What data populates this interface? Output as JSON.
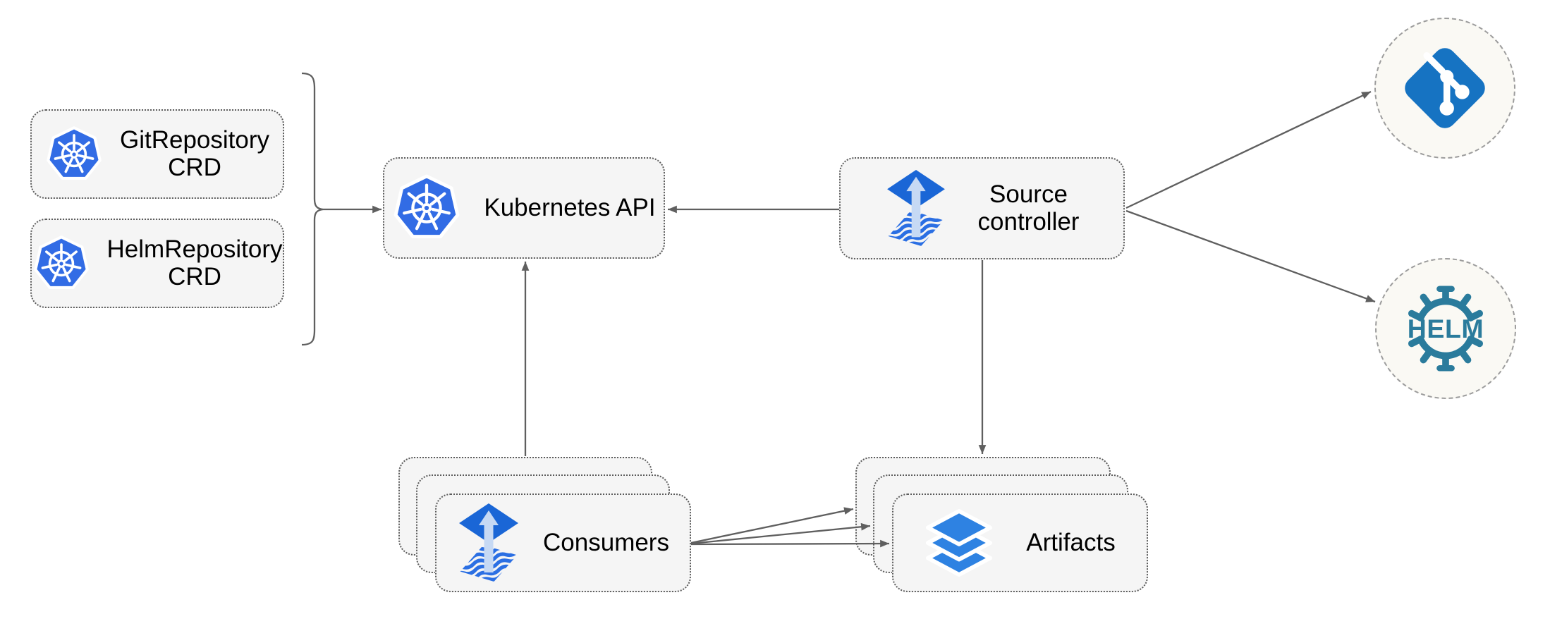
{
  "colors": {
    "canvas_bg": "#FFFFFF",
    "node_fill": "#F5F5F5",
    "node_border": "#5C5C5C",
    "endpoint_fill": "#FAF9F4",
    "endpoint_border": "#9C9C9C",
    "connector": "#5F5F5F",
    "label_text": "#000000",
    "kubernetes_blue": "#326CE5",
    "flux_diamond_blue": "#1A66D6",
    "flux_wave_blue": "#2B6FE3",
    "flux_arrow_light_blue": "#C6D9F4",
    "layers_blue": "#2E82E2",
    "git_blue": "#1673C2",
    "helm_teal": "#2A7B9C"
  },
  "nodes": {
    "git_repository_crd": {
      "label": "GitRepository\nCRD",
      "icon": "kubernetes"
    },
    "helm_repository_crd": {
      "label": "HelmRepository\nCRD",
      "icon": "kubernetes"
    },
    "kubernetes_api": {
      "label": "Kubernetes API",
      "icon": "kubernetes"
    },
    "source_controller": {
      "label": "Source\ncontroller",
      "icon": "flux"
    },
    "consumers": {
      "label": "Consumers",
      "icon": "flux",
      "stack_count": 3
    },
    "artifacts": {
      "label": "Artifacts",
      "icon": "layers",
      "stack_count": 3
    },
    "git_endpoint": {
      "label": "",
      "icon": "git"
    },
    "helm_endpoint": {
      "label": "HELM",
      "icon": "helm"
    }
  },
  "edges": [
    {
      "from": "git_repository_crd & helm_repository_crd (bracket group)",
      "to": "kubernetes_api",
      "type": "arrow"
    },
    {
      "from": "source_controller",
      "to": "kubernetes_api",
      "type": "arrow"
    },
    {
      "from": "consumers",
      "to": "kubernetes_api",
      "type": "arrow"
    },
    {
      "from": "source_controller",
      "to": "git_endpoint",
      "type": "arrow"
    },
    {
      "from": "source_controller",
      "to": "helm_endpoint",
      "type": "arrow"
    },
    {
      "from": "source_controller",
      "to": "artifacts",
      "type": "arrow"
    },
    {
      "from": "consumers",
      "to": "artifacts",
      "type": "arrow",
      "count": 3
    }
  ]
}
